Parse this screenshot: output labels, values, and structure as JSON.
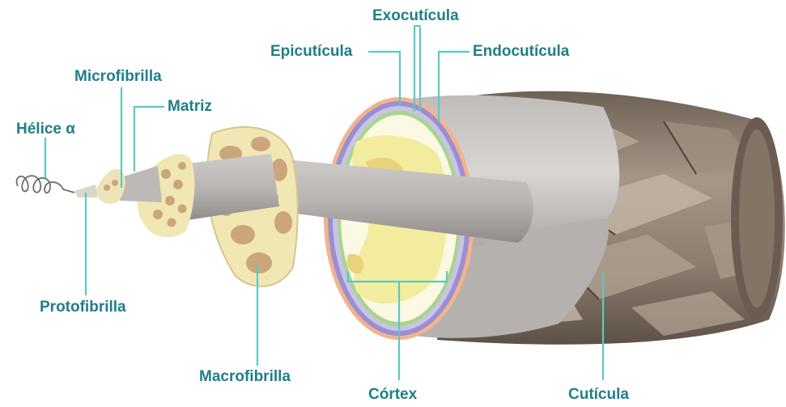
{
  "labels": {
    "exocuticula": "Exocutícula",
    "epicuticula": "Epicutícula",
    "endocuticula": "Endocutícula",
    "microfibrilla": "Microfibrilla",
    "matriz": "Matriz",
    "helice": "Hélice α",
    "protofibrilla": "Protofibrilla",
    "macrofibrilla": "Macrofibrilla",
    "cortex": "Córtex",
    "cuticula": "Cutícula"
  },
  "colors": {
    "label_text": "#1f7f88",
    "leader_line": "#5cc9c1",
    "fiber_gray": "#c9c5c2",
    "matrix_cream": "#f1e7b4",
    "fibril_tan": "#cba67c",
    "cortex_yellow": "#f3ec9e",
    "epicuticle_orange": "#f2b38e",
    "exocuticle_purple": "#9a8fd0",
    "endocuticle_green": "#a6d68c",
    "scale_brown": "#7d6c5c"
  }
}
